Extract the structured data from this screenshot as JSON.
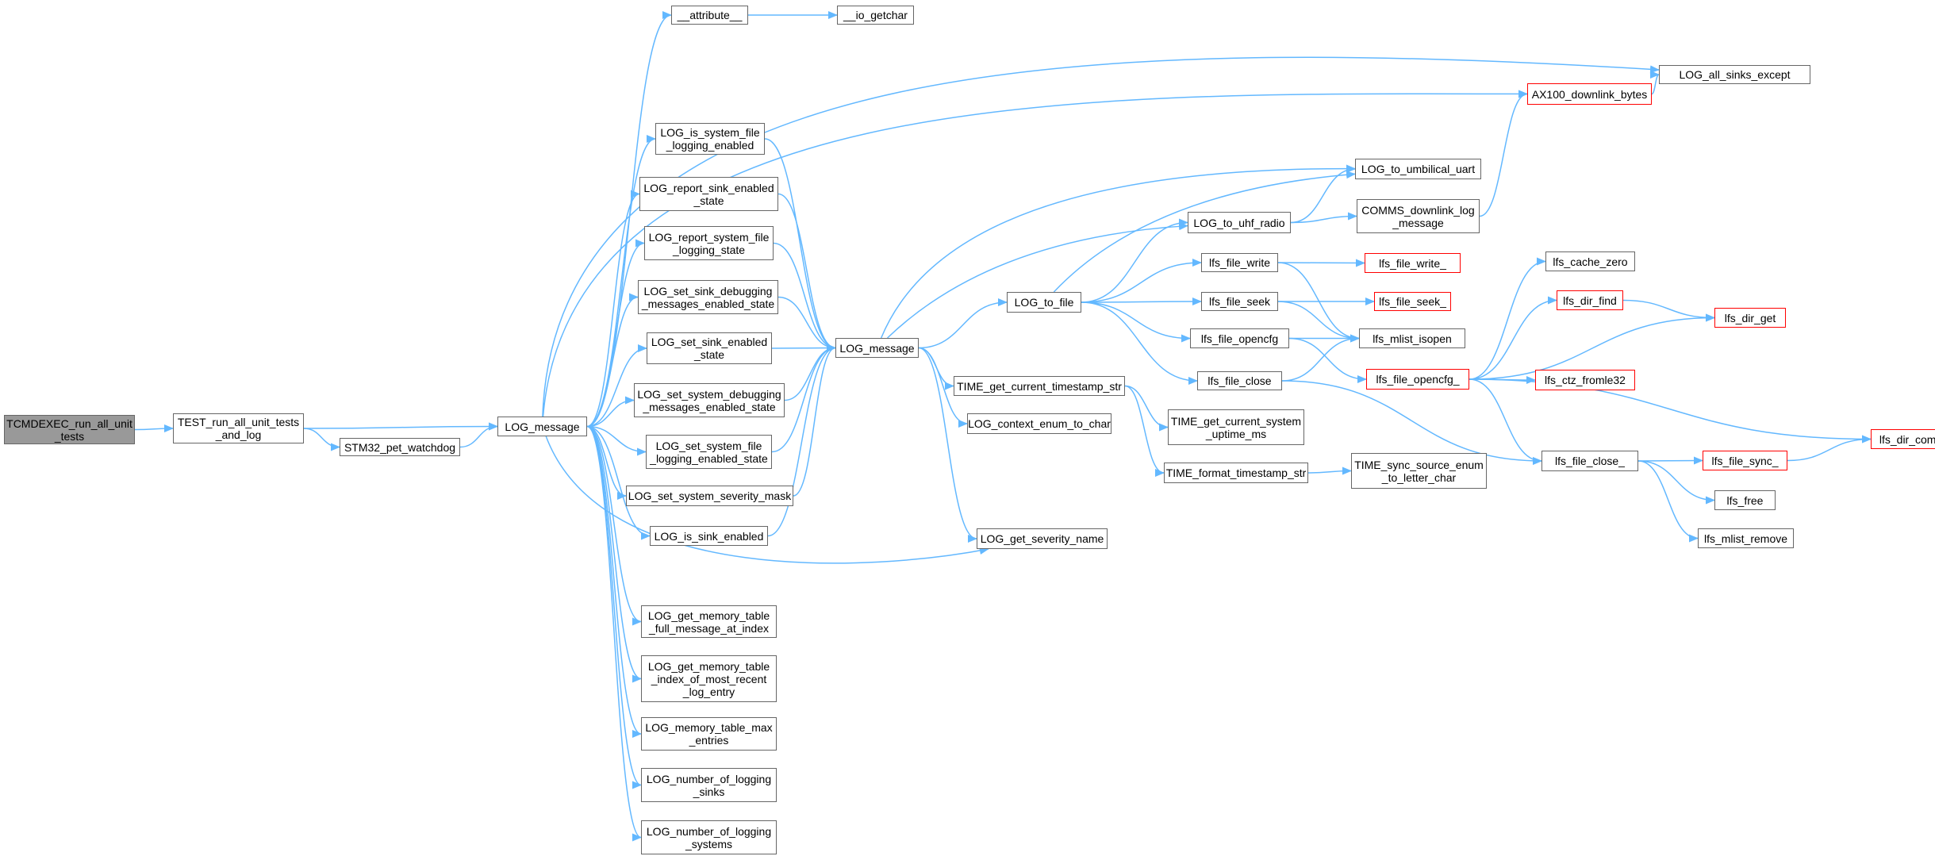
{
  "nodes": {
    "tcmdexec_run_all": {
      "label": "TCMDEXEC_run_all_unit\n_tests",
      "type": "root"
    },
    "test_run_all": {
      "label": "TEST_run_all_unit_tests\n_and_log",
      "type": "normal"
    },
    "stm32_pet": {
      "label": "STM32_pet_watchdog",
      "type": "normal"
    },
    "log_message_a": {
      "label": "LOG_message",
      "type": "normal"
    },
    "attribute": {
      "label": "__attribute__",
      "type": "normal"
    },
    "io_getchar": {
      "label": "__io_getchar",
      "type": "normal"
    },
    "log_all_sinks_except": {
      "label": "LOG_all_sinks_except",
      "type": "normal"
    },
    "ax100_downlink": {
      "label": "AX100_downlink_bytes",
      "type": "truncated"
    },
    "log_is_sys_file": {
      "label": "LOG_is_system_file\n_logging_enabled",
      "type": "normal"
    },
    "log_report_sink": {
      "label": "LOG_report_sink_enabled\n_state",
      "type": "normal"
    },
    "log_report_sys_file": {
      "label": "LOG_report_system_file\n_logging_state",
      "type": "normal"
    },
    "log_set_sink_dbg": {
      "label": "LOG_set_sink_debugging\n_messages_enabled_state",
      "type": "normal"
    },
    "log_set_sink_en": {
      "label": "LOG_set_sink_enabled\n_state",
      "type": "normal"
    },
    "log_set_sys_dbg": {
      "label": "LOG_set_system_debugging\n_messages_enabled_state",
      "type": "normal"
    },
    "log_set_sys_file": {
      "label": "LOG_set_system_file\n_logging_enabled_state",
      "type": "normal"
    },
    "log_set_sys_sev": {
      "label": "LOG_set_system_severity_mask",
      "type": "normal"
    },
    "log_is_sink_en": {
      "label": "LOG_is_sink_enabled",
      "type": "normal"
    },
    "log_get_mem_full": {
      "label": "LOG_get_memory_table\n_full_message_at_index",
      "type": "normal"
    },
    "log_get_mem_idx": {
      "label": "LOG_get_memory_table\n_index_of_most_recent\n_log_entry",
      "type": "normal"
    },
    "log_mem_max": {
      "label": "LOG_memory_table_max\n_entries",
      "type": "normal"
    },
    "log_num_sinks": {
      "label": "LOG_number_of_logging\n_sinks",
      "type": "normal"
    },
    "log_num_systems": {
      "label": "LOG_number_of_logging\n_systems",
      "type": "normal"
    },
    "log_message_b": {
      "label": "LOG_message",
      "type": "normal"
    },
    "log_to_file": {
      "label": "LOG_to_file",
      "type": "normal"
    },
    "time_get_ts": {
      "label": "TIME_get_current_timestamp_str",
      "type": "normal"
    },
    "log_ctx_enum": {
      "label": "LOG_context_enum_to_char",
      "type": "normal"
    },
    "log_get_sev": {
      "label": "LOG_get_severity_name",
      "type": "normal"
    },
    "log_to_umb": {
      "label": "LOG_to_umbilical_uart",
      "type": "normal"
    },
    "log_to_uhf": {
      "label": "LOG_to_uhf_radio",
      "type": "normal"
    },
    "comms_downlink": {
      "label": "COMMS_downlink_log\n_message",
      "type": "normal"
    },
    "lfs_file_write": {
      "label": "lfs_file_write",
      "type": "normal"
    },
    "lfs_file_write_": {
      "label": "lfs_file_write_",
      "type": "truncated"
    },
    "lfs_file_seek": {
      "label": "lfs_file_seek",
      "type": "normal"
    },
    "lfs_file_seek_": {
      "label": "lfs_file_seek_",
      "type": "truncated"
    },
    "lfs_file_opencfg": {
      "label": "lfs_file_opencfg",
      "type": "normal"
    },
    "lfs_mlist_isopen": {
      "label": "lfs_mlist_isopen",
      "type": "normal"
    },
    "lfs_file_close": {
      "label": "lfs_file_close",
      "type": "normal"
    },
    "lfs_file_opencfg_": {
      "label": "lfs_file_opencfg_",
      "type": "truncated"
    },
    "time_get_uptime": {
      "label": "TIME_get_current_system\n_uptime_ms",
      "type": "normal"
    },
    "time_format_ts": {
      "label": "TIME_format_timestamp_str",
      "type": "normal"
    },
    "time_sync_src": {
      "label": "TIME_sync_source_enum\n_to_letter_char",
      "type": "normal"
    },
    "lfs_cache_zero": {
      "label": "lfs_cache_zero",
      "type": "normal"
    },
    "lfs_dir_find": {
      "label": "lfs_dir_find",
      "type": "truncated"
    },
    "lfs_dir_get": {
      "label": "lfs_dir_get",
      "type": "truncated"
    },
    "lfs_ctz_fromle32": {
      "label": "lfs_ctz_fromle32",
      "type": "truncated"
    },
    "lfs_dir_commit": {
      "label": "lfs_dir_commit",
      "type": "truncated"
    },
    "lfs_file_close_": {
      "label": "lfs_file_close_",
      "type": "normal"
    },
    "lfs_file_sync_": {
      "label": "lfs_file_sync_",
      "type": "truncated"
    },
    "lfs_free": {
      "label": "lfs_free",
      "type": "normal"
    },
    "lfs_mlist_remove": {
      "label": "lfs_mlist_remove",
      "type": "normal"
    }
  },
  "colors": {
    "edge": "#63b8ff",
    "node_border": "#666666",
    "truncated_border": "#ff0000",
    "root_fill": "#999999",
    "node_fill": "#ffffff"
  }
}
